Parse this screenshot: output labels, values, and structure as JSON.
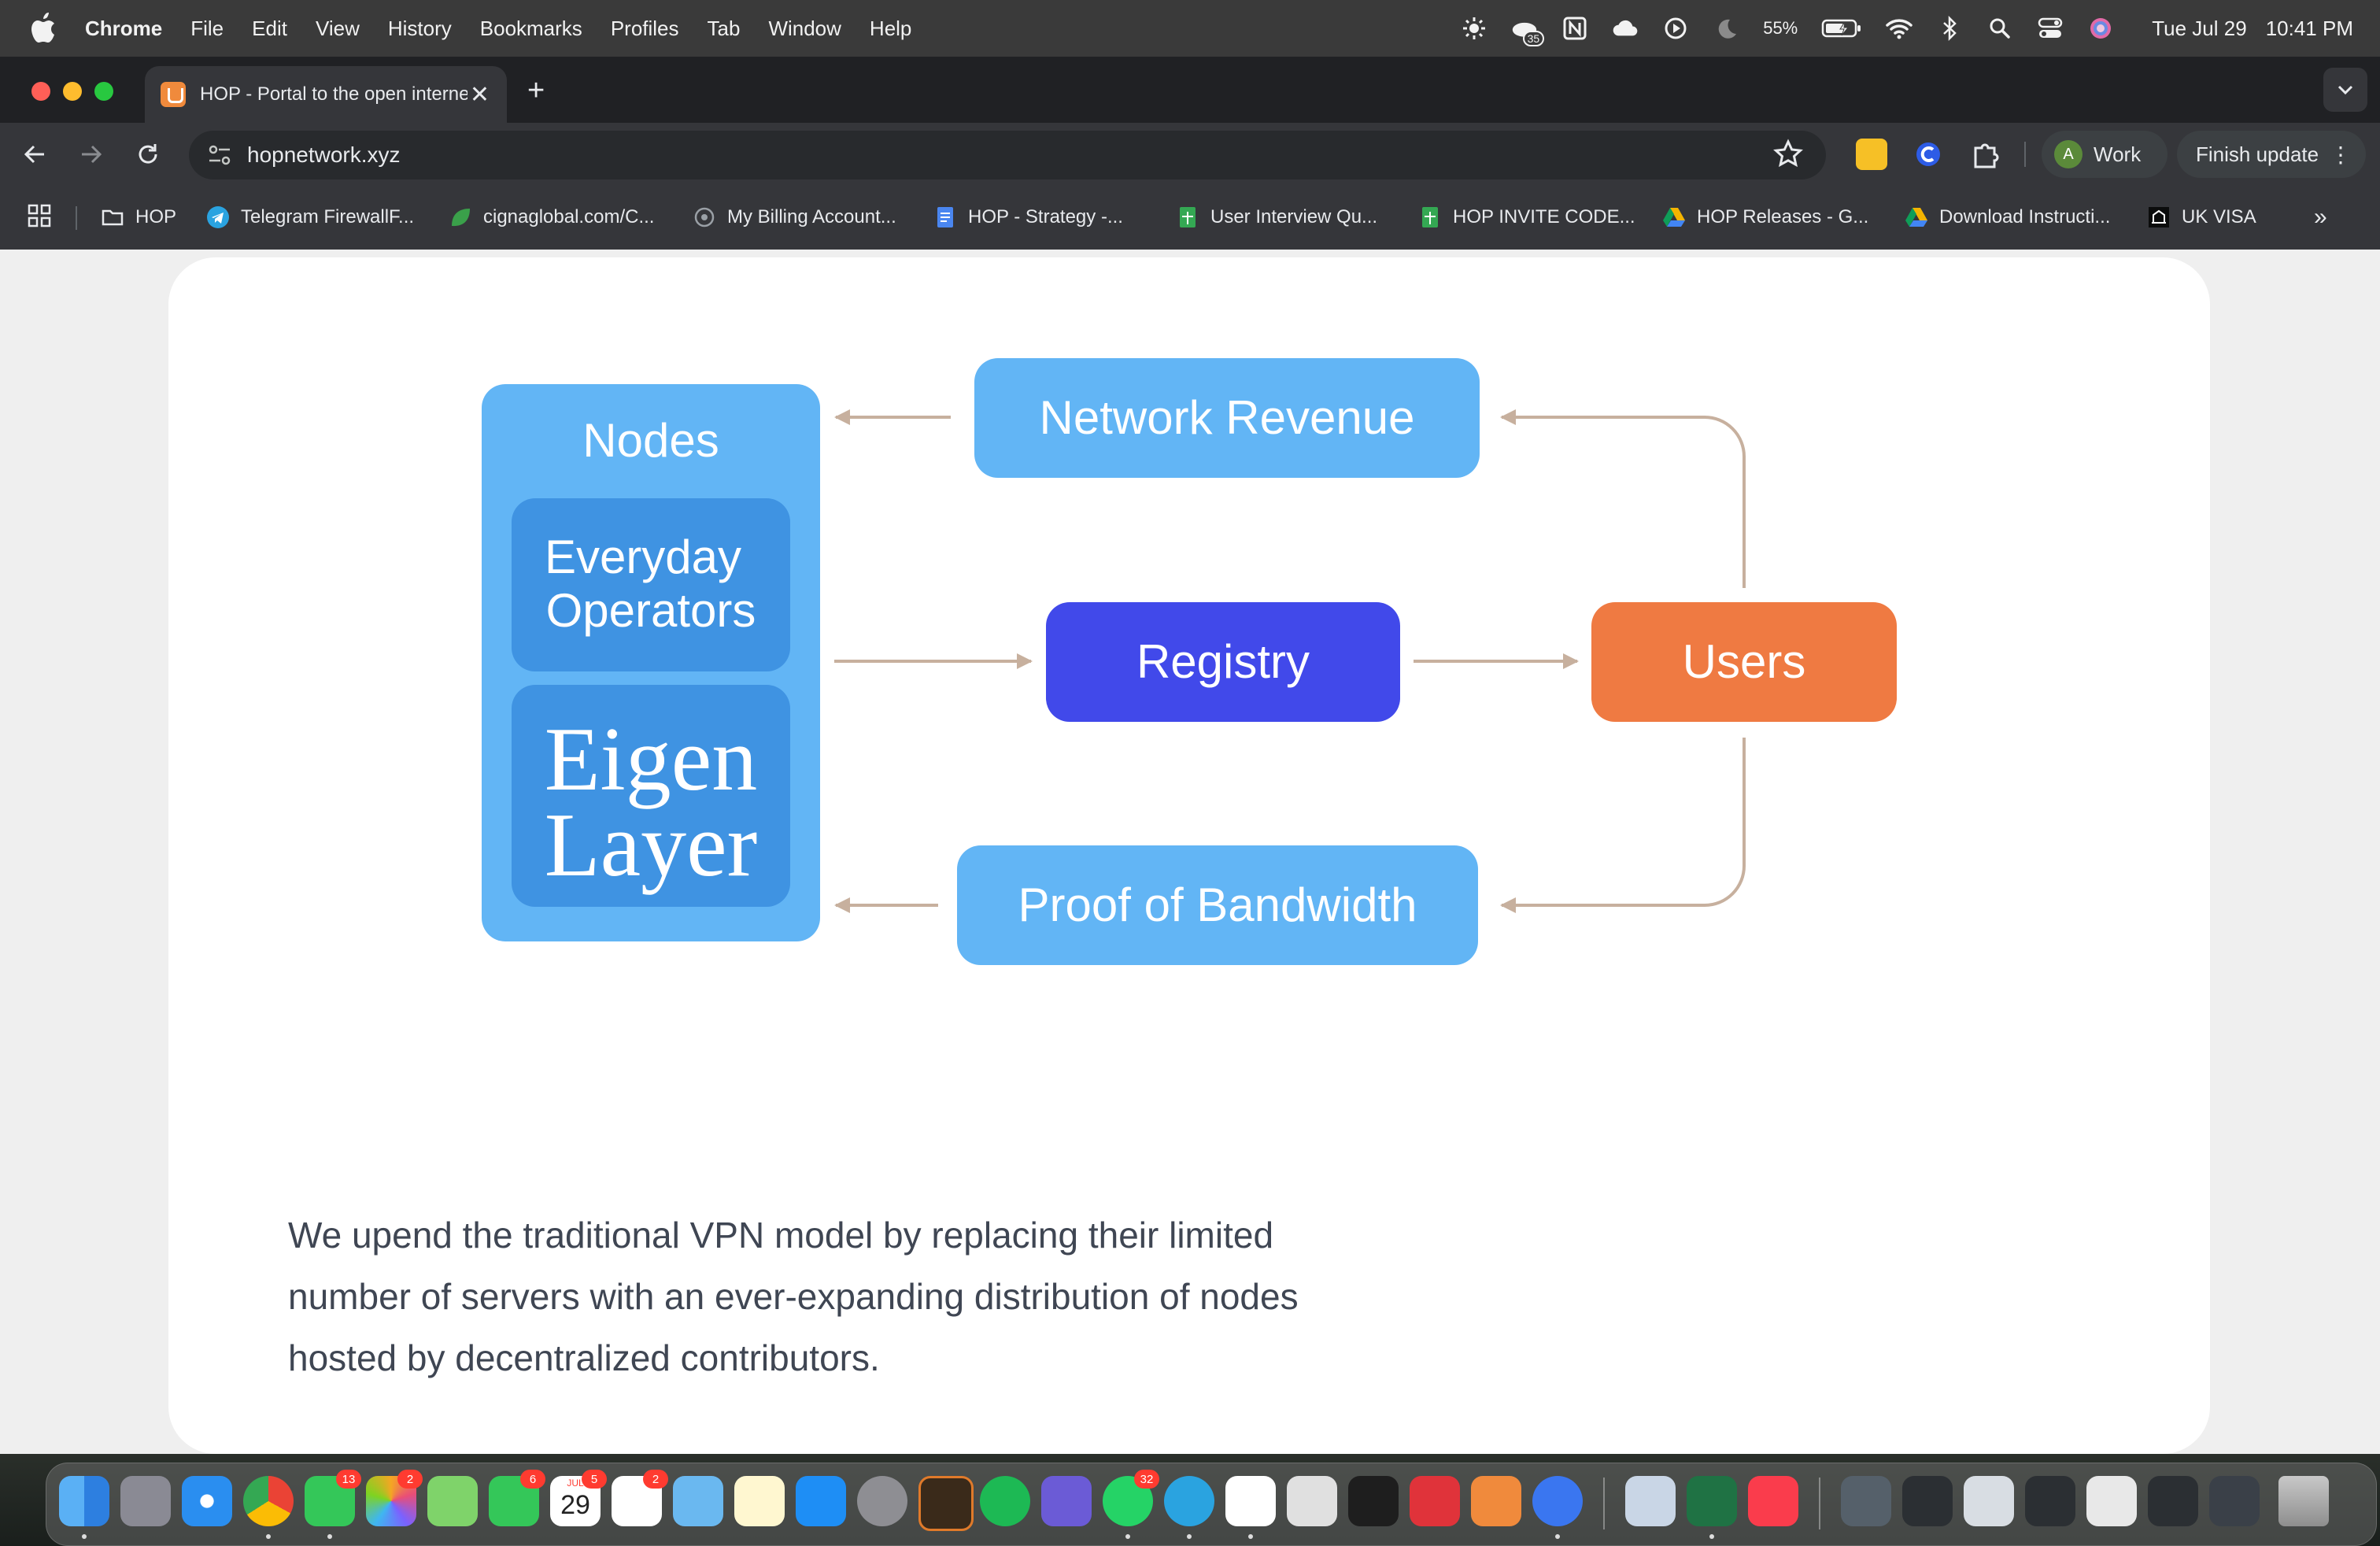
{
  "menubar": {
    "app": "Chrome",
    "items": [
      "File",
      "Edit",
      "View",
      "History",
      "Bookmarks",
      "Profiles",
      "Tab",
      "Window",
      "Help"
    ],
    "notif_count": "35",
    "battery": "55%",
    "date": "Tue Jul 29",
    "time": "10:41 PM"
  },
  "tab": {
    "title": "HOP - Portal to the open internet",
    "close": "✕",
    "new": "+"
  },
  "toolbar": {
    "url": "hopnetwork.xyz",
    "profile_initial": "A",
    "profile_name": "Work",
    "finish_update": "Finish update"
  },
  "bookmarks": [
    {
      "label": "HOP",
      "icon": "folder-icon",
      "color": "#e8eaed"
    },
    {
      "label": "Telegram FirewallF...",
      "icon": "telegram-icon",
      "color": "#2aa3e0"
    },
    {
      "label": "cignaglobal.com/C...",
      "icon": "leaf-icon",
      "color": "#3aa04a"
    },
    {
      "label": "My Billing Account...",
      "icon": "globe-icon",
      "color": "#9aa0a6"
    },
    {
      "label": "HOP - Strategy -...",
      "icon": "docs-icon",
      "color": "#4a86f0"
    },
    {
      "label": "User Interview Qu...",
      "icon": "sheets-icon",
      "color": "#34a853"
    },
    {
      "label": "HOP INVITE CODE...",
      "icon": "sheets-icon",
      "color": "#34a853"
    },
    {
      "label": "HOP Releases - G...",
      "icon": "drive-icon",
      "color": "#f4b400"
    },
    {
      "label": "Download Instructi...",
      "icon": "drive-icon",
      "color": "#f4b400"
    },
    {
      "label": "UK VISA",
      "icon": "uk-gov-icon",
      "color": "#ffffff"
    }
  ],
  "diagram": {
    "nodes_title": "Nodes",
    "everyday_line1": "Everyday",
    "everyday_line2": "Operators",
    "eigen_line1": "Eigen",
    "eigen_line2": "Layer",
    "network_revenue": "Network Revenue",
    "registry": "Registry",
    "users": "Users",
    "proof_of_bandwidth": "Proof of Bandwidth",
    "colors": {
      "light_blue": "#62b5f5",
      "inner_blue": "#3f93e2",
      "registry_blue": "#4149ea",
      "users_orange": "#ef7a42",
      "arrow": "#c7b09e"
    }
  },
  "description": "We upend the traditional VPN model by replacing their limited number of servers with an ever-expanding distribution of nodes hosted by decentralized contributors.",
  "dock": {
    "badges": {
      "messages": "13",
      "photos": "2",
      "facetime": "6",
      "calendar": "5",
      "reminders": "2",
      "whatsapp": "32"
    },
    "calendar_month": "JUL",
    "calendar_day": "29"
  }
}
